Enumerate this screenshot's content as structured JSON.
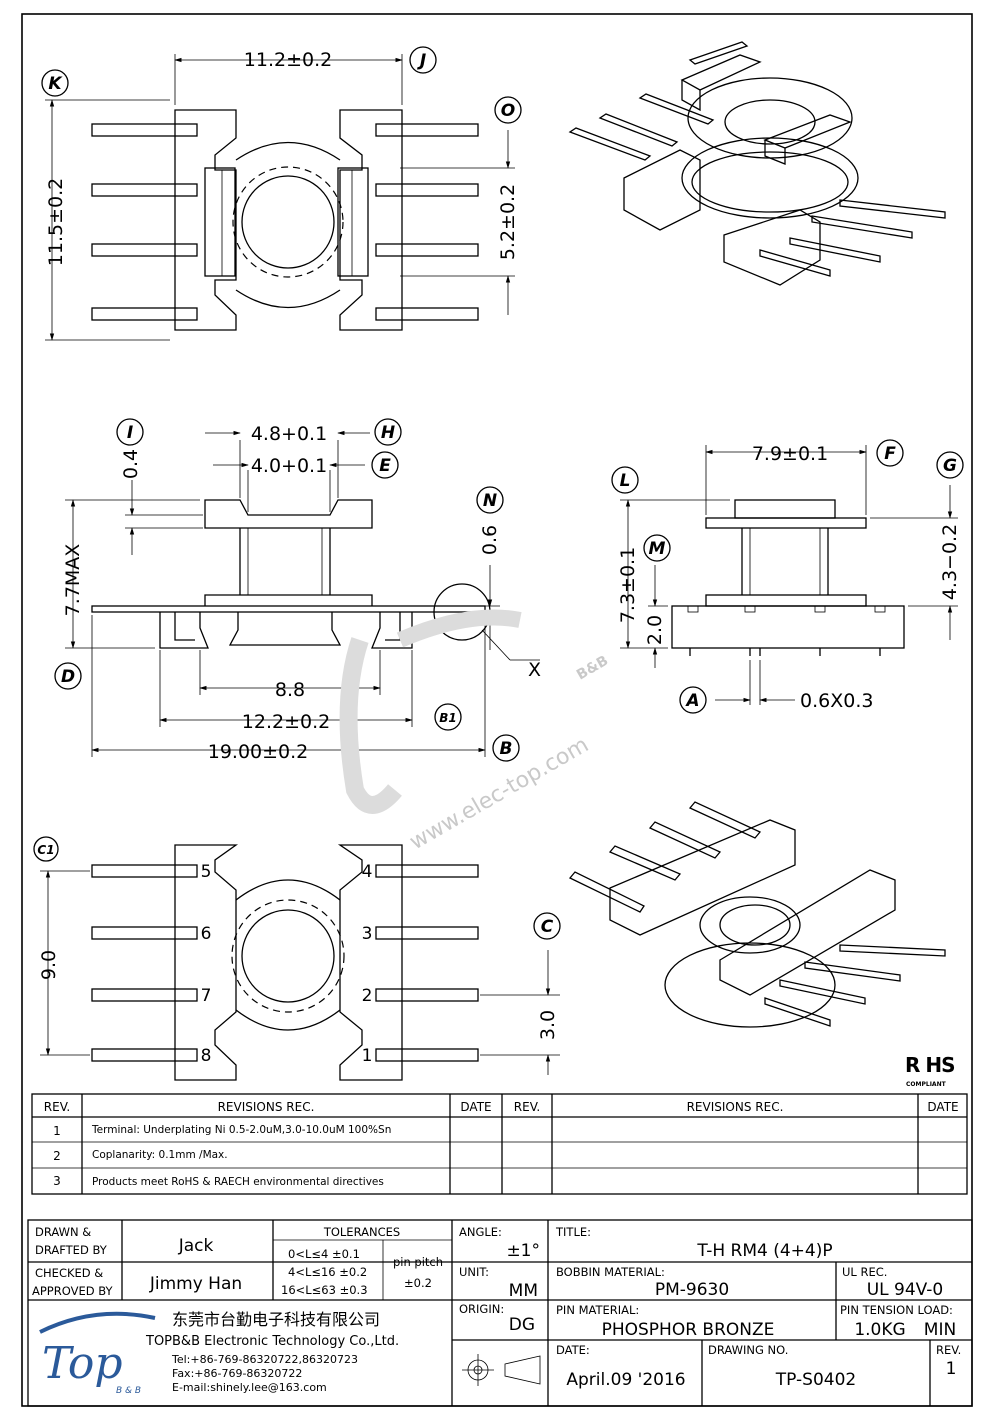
{
  "dims": {
    "width_top": "11.2±0.2",
    "height_top": "11.5±0.2",
    "pin_spacing_top": "5.2±0.2",
    "flange_outer": "4.8+0.1",
    "flange_inner": "4.0+0.1",
    "flange_thick": "0.4",
    "total_height": "7.7MAX",
    "gap_n": "0.6",
    "inner_8": "8.8",
    "pin_row": "12.2±0.2",
    "overall": "19.00±0.2",
    "side_width": "7.9±0.1",
    "side_73": "7.3±0.1",
    "side_20": "2.0",
    "side_43": "4.3−0.2",
    "pin_size": "0.6X0.3",
    "bottom_90": "9.0",
    "bottom_30": "3.0",
    "detail_x": "X"
  },
  "labels": {
    "A": "A",
    "B": "B",
    "B1": "B1",
    "C": "C",
    "C1": "C1",
    "D": "D",
    "E": "E",
    "F": "F",
    "G": "G",
    "H": "H",
    "I": "I",
    "J": "J",
    "K": "K",
    "L": "L",
    "M": "M",
    "N": "N",
    "O": "O"
  },
  "pins": {
    "left": [
      "5",
      "6",
      "7",
      "8"
    ],
    "right": [
      "4",
      "3",
      "2",
      "1"
    ]
  },
  "rohs": {
    "main": "R HS",
    "sub": "COMPLIANT"
  },
  "watermark": {
    "url": "www.elec-top.com",
    "bb": "B&B"
  },
  "revisions": {
    "headers": {
      "rev": "REV.",
      "rec": "REVISIONS   REC.",
      "date": "DATE"
    },
    "rows": [
      {
        "rev": "1",
        "text": "Terminal: Underplating Ni 0.5-2.0uM,3.0-10.0uM 100%Sn"
      },
      {
        "rev": "2",
        "text": "Coplanarity: 0.1mm  /Max."
      },
      {
        "rev": "3",
        "text": "Products meet RoHS & RAECH environmental directives"
      }
    ]
  },
  "title_block": {
    "drawn_label_1": "DRAWN &",
    "drawn_label_2": "DRAFTED BY",
    "drawn_by": "Jack",
    "checked_label_1": "CHECKED &",
    "checked_label_2": "APPROVED BY",
    "checked_by": "Jimmy Han",
    "tolerances": "TOLERANCES",
    "tol_1": "0<L≤4    ±0.1",
    "tol_2": "4<L≤16  ±0.2",
    "tol_3": "16<L≤63  ±0.3",
    "pitch_label": "pin pitch",
    "pitch_value": "±0.2",
    "angle_label": "ANGLE:",
    "angle_value": "±1°",
    "unit_label": "UNIT:",
    "unit_value": "MM",
    "origin_label": "ORIGIN:",
    "origin_value": "DG",
    "title_label": "TITLE:",
    "title_value": "T-H  RM4  (4+4)P",
    "bobbin_label": "BOBBIN MATERIAL:",
    "bobbin_value": "PM-9630",
    "ul_label": "UL REC.",
    "ul_value": "UL  94V-0",
    "pinmat_label": "PIN MATERIAL:",
    "pinmat_value": "PHOSPHOR  BRONZE",
    "tension_label": "PIN TENSION  LOAD:",
    "tension_value": "1.0KG",
    "tension_unit": "MIN",
    "date_label": "DATE:",
    "date_value": "April.09  '2016",
    "drawing_label": "DRAWING NO.",
    "drawing_value": "TP-S0402",
    "rev_label": "REV.",
    "rev_value": "1",
    "company_cn": "东莞市台勤电子科技有限公司",
    "company_en": "TOPB&B Electronic Technology Co.,Ltd.",
    "tel": "Tel:+86-769-86320722,86320723",
    "fax": "Fax:+86-769-86320722",
    "email": "E-mail:shinely.lee@163.com",
    "logo_text": "Top",
    "logo_bb": "B & B"
  }
}
